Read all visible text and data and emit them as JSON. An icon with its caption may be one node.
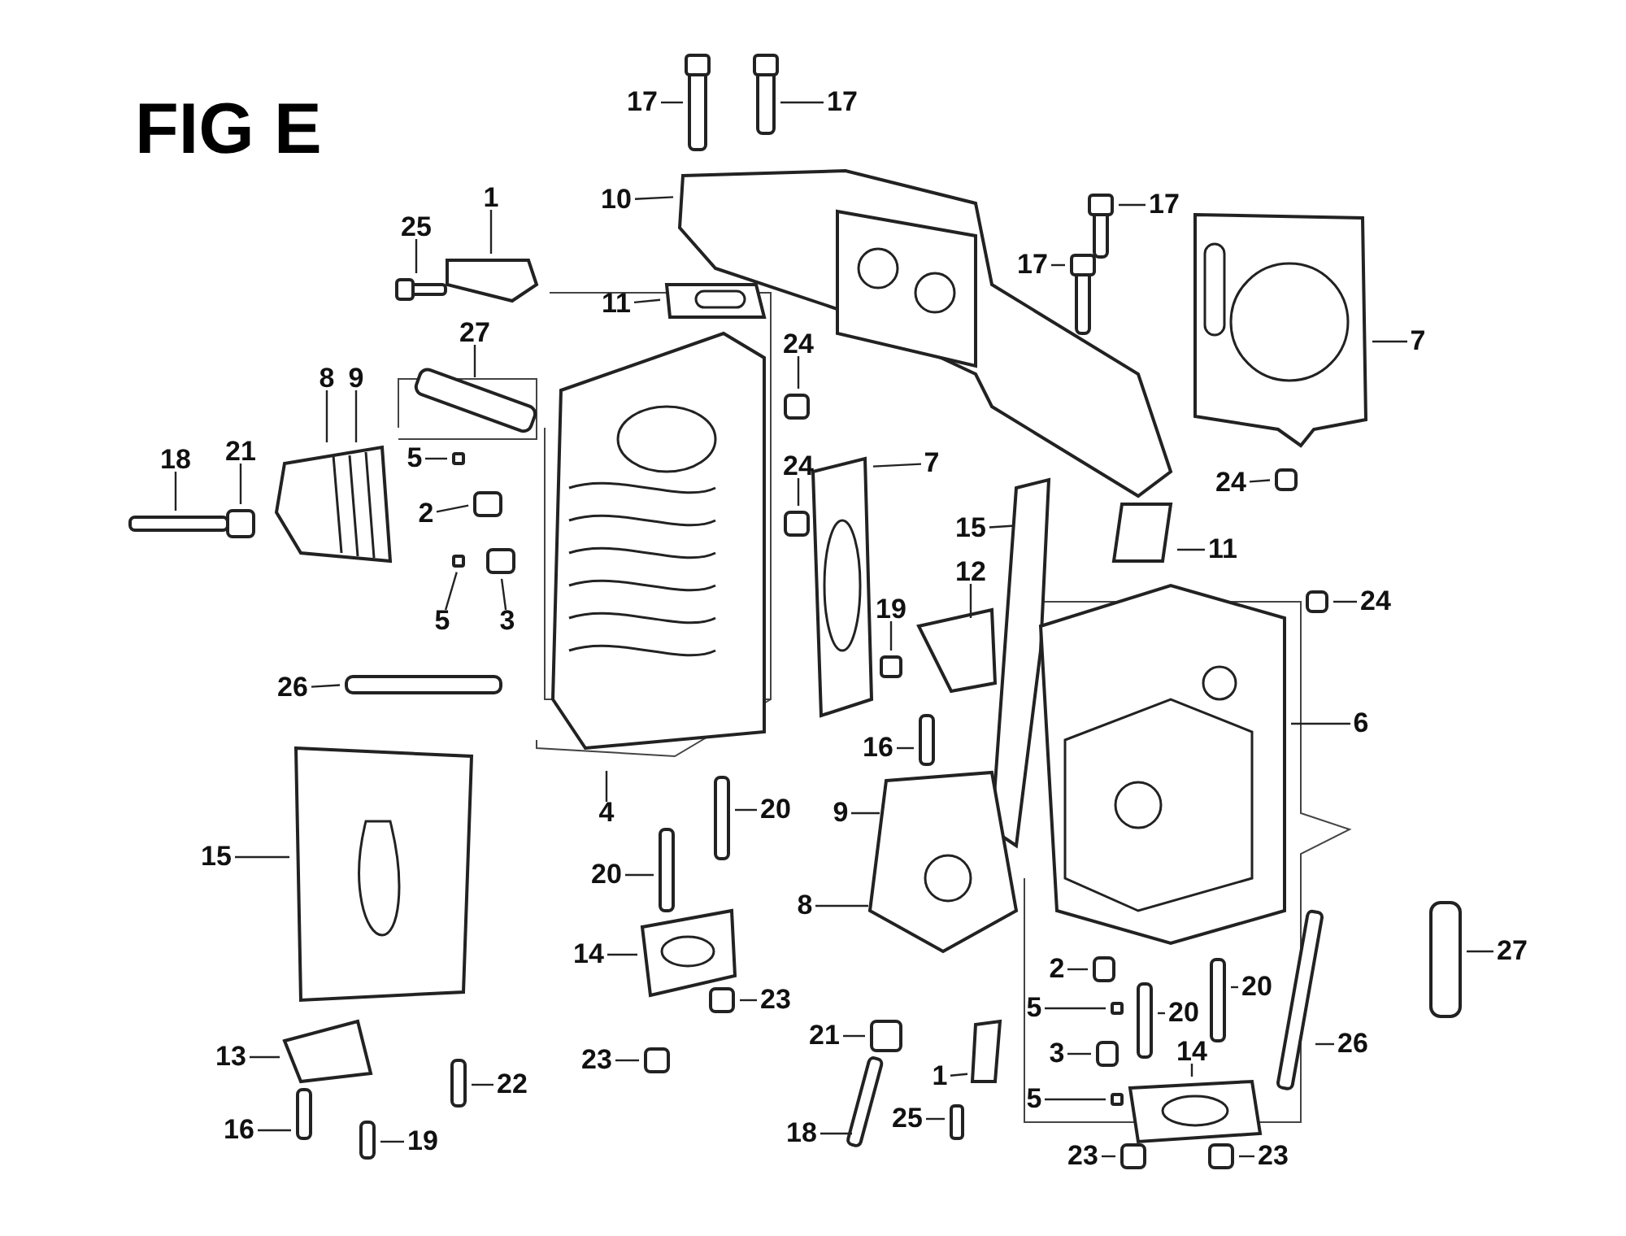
{
  "diagram": {
    "title": "FIG E",
    "nodes": [
      {
        "text": [
          "17"
        ]
      },
      {
        "text": [
          "17"
        ]
      },
      {
        "text": [
          "1"
        ]
      },
      {
        "text": [
          "10"
        ]
      },
      {
        "text": [
          "17"
        ]
      },
      {
        "text": [
          "25"
        ]
      },
      {
        "text": [
          "17"
        ]
      },
      {
        "text": [
          "11"
        ]
      },
      {
        "text": [
          "27"
        ]
      },
      {
        "text": [
          "7"
        ]
      },
      {
        "text": [
          "24"
        ]
      },
      {
        "text": [
          "8"
        ]
      },
      {
        "text": [
          "9"
        ]
      },
      {
        "text": [
          "21"
        ]
      },
      {
        "text": [
          "18"
        ]
      },
      {
        "text": [
          "7"
        ]
      },
      {
        "text": [
          "24"
        ]
      },
      {
        "text": [
          "5"
        ]
      },
      {
        "text": [
          "24"
        ]
      },
      {
        "text": [
          "2"
        ]
      },
      {
        "text": [
          "15"
        ]
      },
      {
        "text": [
          "11"
        ]
      },
      {
        "text": [
          "5"
        ]
      },
      {
        "text": [
          "3"
        ]
      },
      {
        "text": [
          "12"
        ]
      },
      {
        "text": [
          "24"
        ]
      },
      {
        "text": [
          "19"
        ]
      },
      {
        "text": [
          "26"
        ]
      },
      {
        "text": [
          "6"
        ]
      },
      {
        "text": [
          "16"
        ]
      },
      {
        "text": [
          "20"
        ]
      },
      {
        "text": [
          "4"
        ]
      },
      {
        "text": [
          "9"
        ]
      },
      {
        "text": [
          "15"
        ]
      },
      {
        "text": [
          "20"
        ]
      },
      {
        "text": [
          "8"
        ]
      },
      {
        "text": [
          "27"
        ]
      },
      {
        "text": [
          "14"
        ]
      },
      {
        "text": [
          "2"
        ]
      },
      {
        "text": [
          "20"
        ]
      },
      {
        "text": [
          "23"
        ]
      },
      {
        "text": [
          "5"
        ]
      },
      {
        "text": [
          "20"
        ]
      },
      {
        "text": [
          "21"
        ]
      },
      {
        "text": [
          "26"
        ]
      },
      {
        "text": [
          "3"
        ]
      },
      {
        "text": [
          "13"
        ]
      },
      {
        "text": [
          "14"
        ]
      },
      {
        "text": [
          "23"
        ]
      },
      {
        "text": [
          "1"
        ]
      },
      {
        "text": [
          "22"
        ]
      },
      {
        "text": [
          "5"
        ]
      },
      {
        "text": [
          "18"
        ]
      },
      {
        "text": [
          "16"
        ]
      },
      {
        "text": [
          "25"
        ]
      },
      {
        "text": [
          "19"
        ]
      },
      {
        "text": [
          "23"
        ]
      },
      {
        "text": [
          "23"
        ]
      }
    ],
    "edges": [
      {
        "from": 0,
        "to": null,
        "arrow": "none"
      },
      {
        "from": 1,
        "to": null,
        "arrow": "none"
      },
      {
        "from": 2,
        "to": null,
        "arrow": "none"
      },
      {
        "from": 3,
        "to": null,
        "arrow": "none"
      },
      {
        "from": 4,
        "to": null,
        "arrow": "none"
      },
      {
        "from": 5,
        "to": null,
        "arrow": "none"
      },
      {
        "from": 6,
        "to": null,
        "arrow": "none"
      },
      {
        "from": 7,
        "to": null,
        "arrow": "none"
      },
      {
        "from": 8,
        "to": null,
        "arrow": "none"
      },
      {
        "from": 9,
        "to": null,
        "arrow": "none"
      },
      {
        "from": 10,
        "to": null,
        "arrow": "none"
      },
      {
        "from": 11,
        "to": null,
        "arrow": "none"
      },
      {
        "from": 12,
        "to": null,
        "arrow": "none"
      },
      {
        "from": 13,
        "to": null,
        "arrow": "none"
      },
      {
        "from": 14,
        "to": null,
        "arrow": "none"
      },
      {
        "from": 15,
        "to": null,
        "arrow": "none"
      },
      {
        "from": 16,
        "to": null,
        "arrow": "none"
      },
      {
        "from": 17,
        "to": null,
        "arrow": "none"
      },
      {
        "from": 18,
        "to": null,
        "arrow": "none"
      },
      {
        "from": 19,
        "to": null,
        "arrow": "none"
      },
      {
        "from": 20,
        "to": null,
        "arrow": "none"
      },
      {
        "from": 21,
        "to": null,
        "arrow": "none"
      },
      {
        "from": 22,
        "to": null,
        "arrow": "none"
      },
      {
        "from": 23,
        "to": null,
        "arrow": "none"
      },
      {
        "from": 24,
        "to": null,
        "arrow": "none"
      },
      {
        "from": 25,
        "to": null,
        "arrow": "none"
      },
      {
        "from": 26,
        "to": null,
        "arrow": "none"
      },
      {
        "from": 27,
        "to": null,
        "arrow": "none"
      },
      {
        "from": 28,
        "to": null,
        "arrow": "none"
      },
      {
        "from": 29,
        "to": null,
        "arrow": "none"
      },
      {
        "from": 30,
        "to": null,
        "arrow": "none"
      },
      {
        "from": 31,
        "to": null,
        "arrow": "none"
      },
      {
        "from": 32,
        "to": null,
        "arrow": "none"
      },
      {
        "from": 33,
        "to": null,
        "arrow": "none"
      },
      {
        "from": 34,
        "to": null,
        "arrow": "none"
      },
      {
        "from": 35,
        "to": null,
        "arrow": "none"
      },
      {
        "from": 36,
        "to": null,
        "arrow": "none"
      },
      {
        "from": 37,
        "to": null,
        "arrow": "none"
      },
      {
        "from": 38,
        "to": null,
        "arrow": "none"
      },
      {
        "from": 39,
        "to": null,
        "arrow": "none"
      },
      {
        "from": 40,
        "to": null,
        "arrow": "none"
      },
      {
        "from": 41,
        "to": null,
        "arrow": "none"
      },
      {
        "from": 42,
        "to": null,
        "arrow": "none"
      },
      {
        "from": 43,
        "to": null,
        "arrow": "none"
      },
      {
        "from": 44,
        "to": null,
        "arrow": "none"
      },
      {
        "from": 45,
        "to": null,
        "arrow": "none"
      },
      {
        "from": 46,
        "to": null,
        "arrow": "none"
      },
      {
        "from": 47,
        "to": null,
        "arrow": "none"
      },
      {
        "from": 48,
        "to": null,
        "arrow": "none"
      },
      {
        "from": 49,
        "to": null,
        "arrow": "none"
      },
      {
        "from": 50,
        "to": null,
        "arrow": "none"
      },
      {
        "from": 51,
        "to": null,
        "arrow": "none"
      },
      {
        "from": 52,
        "to": null,
        "arrow": "none"
      },
      {
        "from": 53,
        "to": null,
        "arrow": "none"
      },
      {
        "from": 54,
        "to": null,
        "arrow": "none"
      },
      {
        "from": 55,
        "to": null,
        "arrow": "none"
      },
      {
        "from": 56,
        "to": null,
        "arrow": "none"
      },
      {
        "from": 57,
        "to": null,
        "arrow": "none"
      }
    ]
  }
}
